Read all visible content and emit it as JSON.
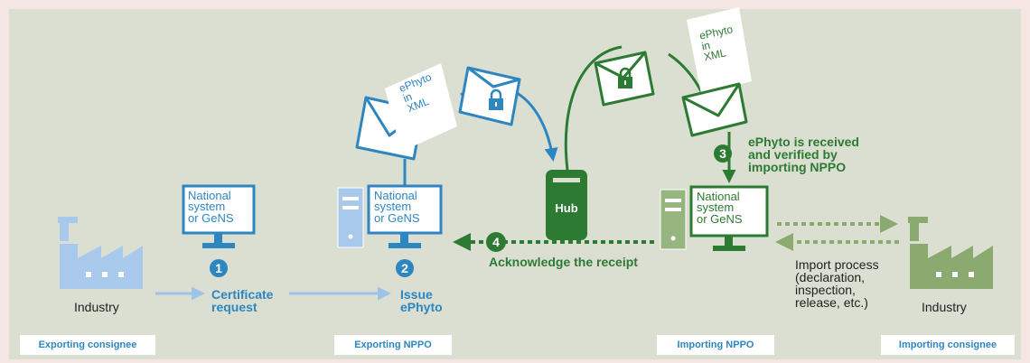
{
  "colors": {
    "blue": "#2e86c1",
    "light_blue": "#9fc3e7",
    "green": "#2d7a32",
    "light_green": "#8aaa6f",
    "panel": "#dadfd2"
  },
  "exporting_industry": {
    "label": "Industry"
  },
  "exporting_system": {
    "label": "National\nsystem\nor GeNS"
  },
  "exporting_nppo_system": {
    "label": "National\nsystem\nor GeNS"
  },
  "importing_system": {
    "label": "National\nsystem\nor GeNS"
  },
  "importing_industry": {
    "label": "Industry"
  },
  "hub": {
    "label": "Hub"
  },
  "ephyto_doc": {
    "label": "ePhyto\nin\nXML"
  },
  "steps": [
    {
      "number": "1",
      "text": "Certificate\nrequest"
    },
    {
      "number": "2",
      "text": "Issue\nePhyto"
    },
    {
      "number": "3",
      "text": "ePhyto is received\nand verified by\nimporting NPPO"
    },
    {
      "number": "4",
      "text": "Acknowledge the receipt"
    }
  ],
  "import_process": {
    "text": "Import process\n(declaration,\ninspection,\nrelease, etc.)"
  },
  "badges": [
    {
      "text": "Exporting consignee"
    },
    {
      "text": "Exporting NPPO"
    },
    {
      "text": "Importing NPPO"
    },
    {
      "text": "Importing consignee"
    }
  ]
}
